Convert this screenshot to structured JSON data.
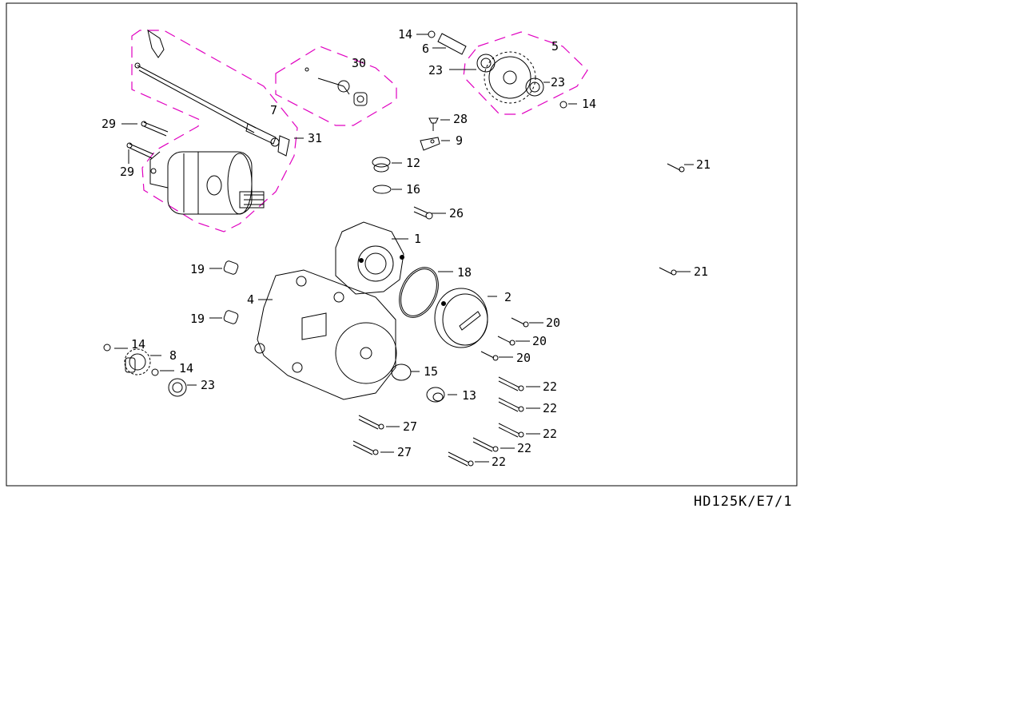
{
  "drawing_code": "HD125K/E7/1",
  "colors": {
    "group_outline": "#e000c0",
    "ink": "#000000",
    "background": "#ffffff"
  },
  "callouts": {
    "c1": "1",
    "c2": "2",
    "c4": "4",
    "c5": "5",
    "c6": "6",
    "c7": "7",
    "c8": "8",
    "c9": "9",
    "c12": "12",
    "c13": "13",
    "c14a": "14",
    "c14b": "14",
    "c14c": "14",
    "c14d": "14",
    "c15": "15",
    "c16": "16",
    "c18": "18",
    "c19a": "19",
    "c19b": "19",
    "c20a": "20",
    "c20b": "20",
    "c20c": "20",
    "c21a": "21",
    "c21b": "21",
    "c22a": "22",
    "c22b": "22",
    "c22c": "22",
    "c22d": "22",
    "c22e": "22",
    "c23a": "23",
    "c23b": "23",
    "c23c": "23",
    "c26": "26",
    "c27a": "27",
    "c27b": "27",
    "c28": "28",
    "c29a": "29",
    "c29b": "29",
    "c30": "30",
    "c31": "31"
  }
}
